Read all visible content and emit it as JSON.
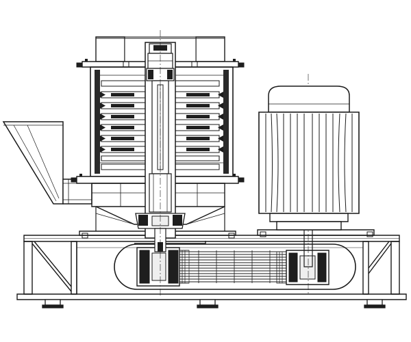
{
  "diagram": {
    "type": "mechanical-section-drawing",
    "colors": {
      "background": "#ffffff",
      "line": "#1a1a1a",
      "light_line": "#555555",
      "hatch": "#2a2a2a",
      "fill_dark": "#1e1e1e",
      "fill_light": "#efefef"
    },
    "components": [
      "feed-hopper",
      "grinding-chamber",
      "classifier-rotor",
      "main-shaft",
      "electric-motor",
      "motor-shaft",
      "belt-drive",
      "drive-pulley",
      "driven-pulley",
      "base-frame",
      "support-feet"
    ]
  }
}
